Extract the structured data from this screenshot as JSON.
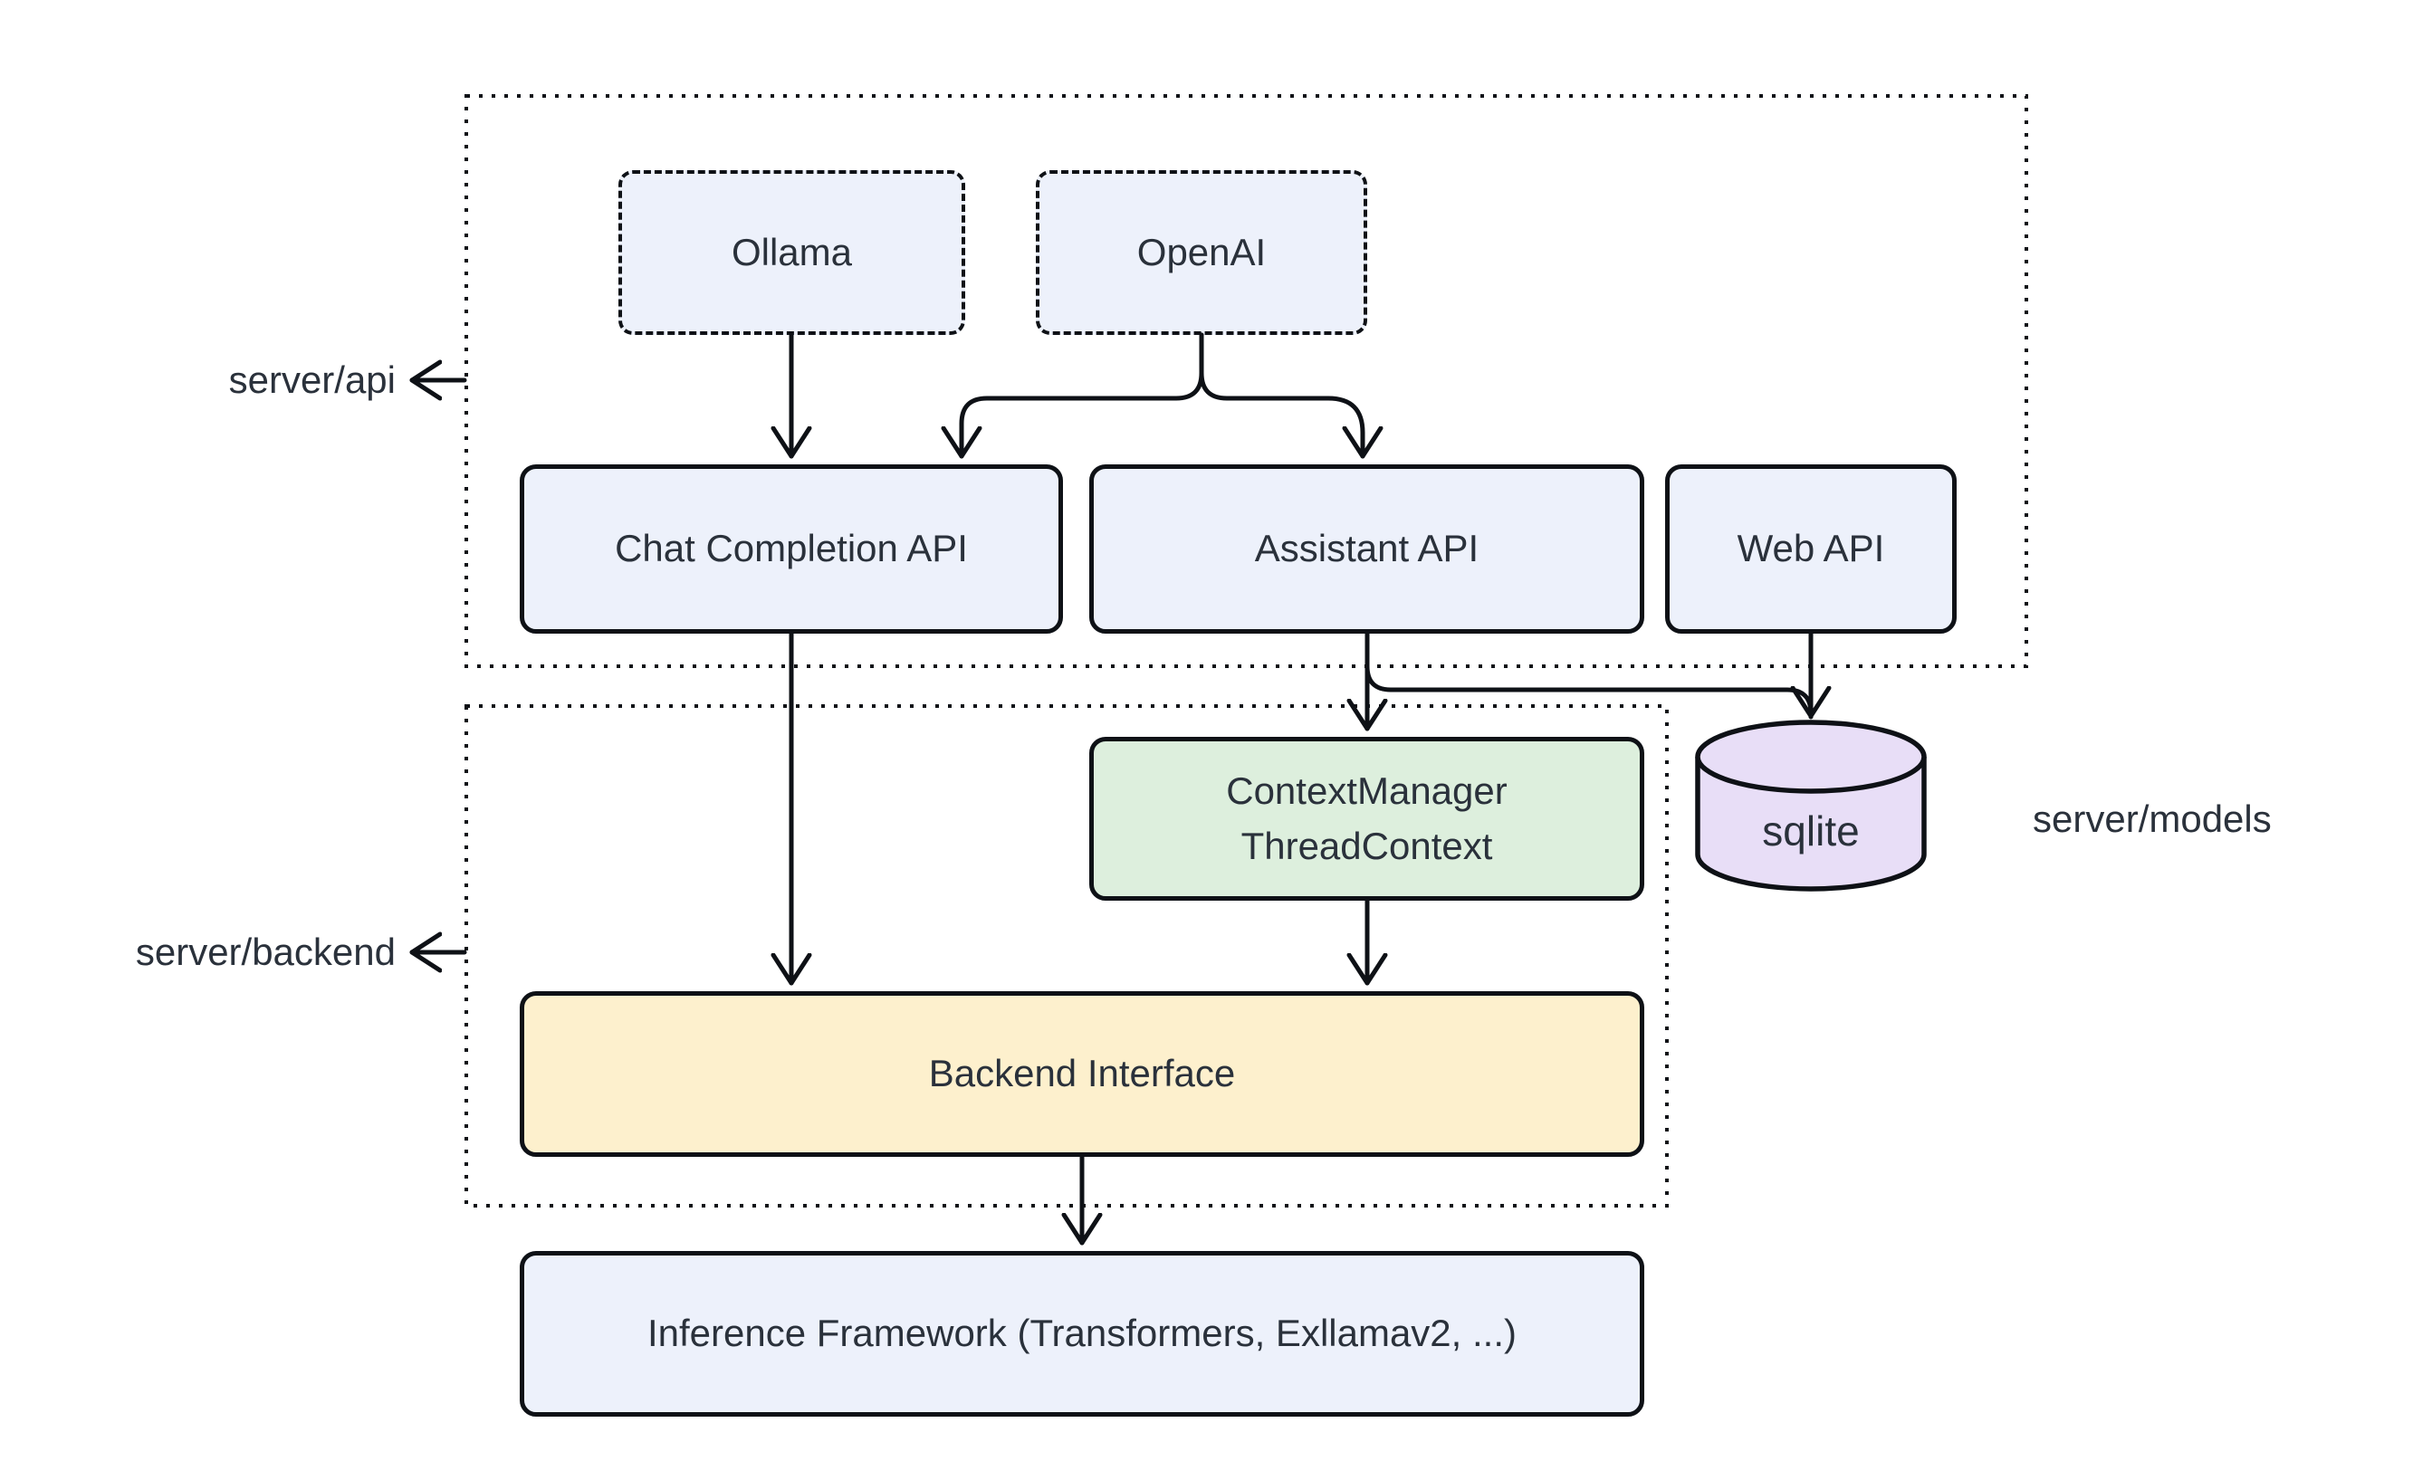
{
  "colors": {
    "background": "#ffffff",
    "node_blue": "#edf1fb",
    "node_green": "#ddefdd",
    "node_yellow": "#fdf0cd",
    "node_purple": "#e8def7",
    "stroke": "#0e1116",
    "text": "#2a313b"
  },
  "containers": {
    "api": {
      "label": "server/api"
    },
    "backend": {
      "label": "server/backend"
    }
  },
  "labels": {
    "models": "server/models"
  },
  "nodes": {
    "ollama": {
      "label": "Ollama"
    },
    "openai": {
      "label": "OpenAI"
    },
    "chat_completion_api": {
      "label": "Chat Completion API"
    },
    "assistant_api": {
      "label": "Assistant API"
    },
    "web_api": {
      "label": "Web API"
    },
    "context_manager": {
      "line1": "ContextManager",
      "line2": "ThreadContext"
    },
    "sqlite": {
      "label": "sqlite"
    },
    "backend_interface": {
      "label": "Backend Interface"
    },
    "inference_framework": {
      "label": "Inference Framework (Transformers, Exllamav2, ...)"
    }
  },
  "edges": [
    {
      "from": "ollama",
      "to": "chat_completion_api"
    },
    {
      "from": "openai",
      "to": "chat_completion_api"
    },
    {
      "from": "openai",
      "to": "assistant_api"
    },
    {
      "from": "chat_completion_api",
      "to": "backend_interface"
    },
    {
      "from": "assistant_api",
      "to": "context_manager"
    },
    {
      "from": "assistant_api",
      "to": "sqlite"
    },
    {
      "from": "web_api",
      "to": "sqlite"
    },
    {
      "from": "context_manager",
      "to": "backend_interface"
    },
    {
      "from": "backend_interface",
      "to": "inference_framework"
    }
  ]
}
